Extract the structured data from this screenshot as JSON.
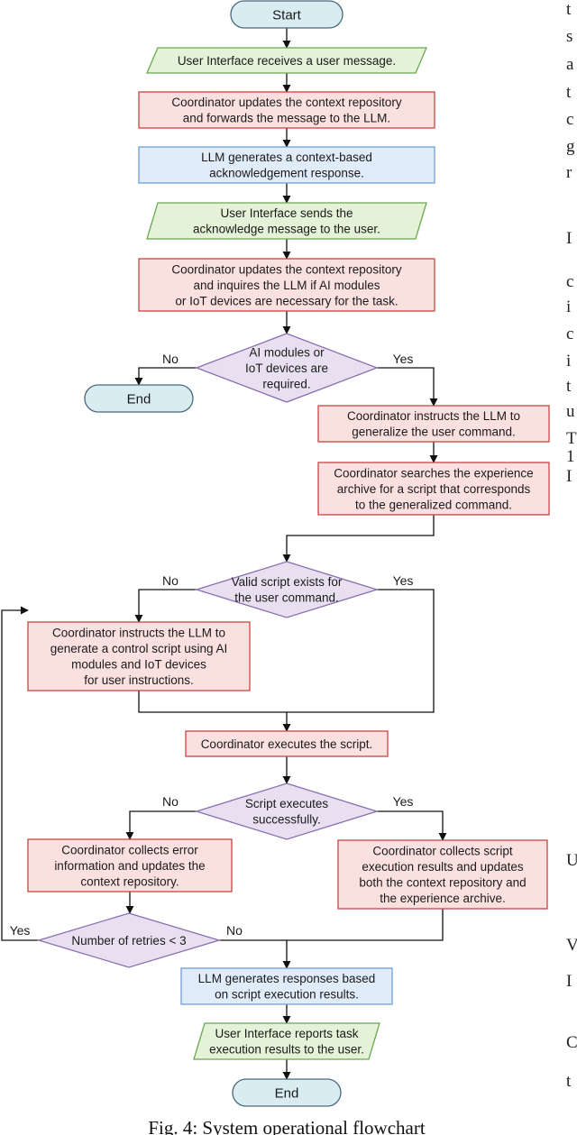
{
  "caption": "Fig. 4: System operational flowchart",
  "colors": {
    "terminal_fill": "#d8ecf1",
    "terminal_stroke": "#4a6a7a",
    "io_fill": "#e4f2d8",
    "io_stroke": "#6aa84f",
    "process_fill": "#fbe0e0",
    "process_stroke": "#cc4444",
    "llm_fill": "#e1ecfa",
    "llm_stroke": "#6f9fd8",
    "decision_fill": "#e8e0f0",
    "decision_stroke": "#8a6fb0"
  },
  "nodes": {
    "start": {
      "lines": [
        "Start"
      ]
    },
    "ui_receive": {
      "lines": [
        "User Interface receives a user message."
      ]
    },
    "coord_forward": {
      "lines": [
        "Coordinator updates the context repository",
        "and forwards the message to the LLM."
      ]
    },
    "llm_ack": {
      "lines": [
        "LLM generates a context-based",
        "acknowledgement response."
      ]
    },
    "ui_send_ack": {
      "lines": [
        "User Interface sends the",
        "acknowledge message to the user."
      ]
    },
    "coord_inquire": {
      "lines": [
        "Coordinator updates the context repository",
        "and inquires the LLM if AI modules",
        "or IoT devices are necessary for the task."
      ]
    },
    "dec_required": {
      "lines": [
        "AI modules or",
        "IoT devices are",
        "required."
      ]
    },
    "end_top": {
      "lines": [
        "End"
      ]
    },
    "coord_generalize": {
      "lines": [
        "Coordinator instructs the LLM to",
        "generalize the user command."
      ]
    },
    "coord_search": {
      "lines": [
        "Coordinator searches the experience",
        "archive for a script that corresponds",
        "to the generalized command."
      ]
    },
    "dec_valid": {
      "lines": [
        "Valid script exists for",
        "the user command."
      ]
    },
    "coord_gen_script": {
      "lines": [
        "Coordinator instructs the LLM to",
        "generate a control script using AI",
        "modules and IoT devices",
        "for user instructions."
      ]
    },
    "coord_execute": {
      "lines": [
        "Coordinator executes the script."
      ]
    },
    "dec_success": {
      "lines": [
        "Script executes",
        "successfully."
      ]
    },
    "coord_error": {
      "lines": [
        "Coordinator collects error",
        "information and updates the",
        "context repository."
      ]
    },
    "coord_results": {
      "lines": [
        "Coordinator collects script",
        "execution results and updates",
        "both the context repository and",
        "the experience archive."
      ]
    },
    "dec_retries": {
      "lines": [
        "Number of retries < 3"
      ]
    },
    "llm_responses": {
      "lines": [
        "LLM generates responses based",
        "on script execution results."
      ]
    },
    "ui_report": {
      "lines": [
        "User Interface reports task",
        "execution results to the user."
      ]
    },
    "end_bottom": {
      "lines": [
        "End"
      ]
    }
  },
  "branch_labels": {
    "required_no": "No",
    "required_yes": "Yes",
    "valid_no": "No",
    "valid_yes": "Yes",
    "success_no": "No",
    "success_yes": "Yes",
    "retries_yes": "Yes",
    "retries_no": "No"
  },
  "side_text": [
    "t",
    "s",
    "a",
    "t",
    "c",
    "g",
    "r",
    "I",
    "c",
    "i",
    "c",
    "i",
    "t",
    "u",
    "T",
    "1",
    "I",
    "U",
    "V",
    "I",
    "C",
    "t"
  ]
}
